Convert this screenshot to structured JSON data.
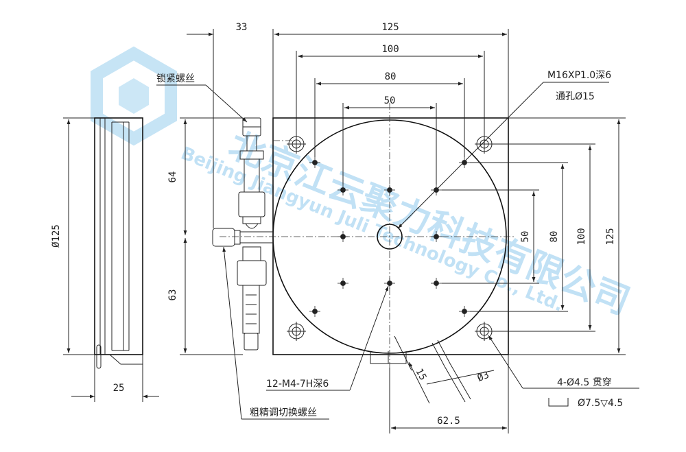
{
  "dimensions": {
    "d33": "33",
    "d125_top": "125",
    "d100_top": "100",
    "d80_top": "80",
    "d50_top": "50",
    "d64": "64",
    "d63": "63",
    "d50_right": "50",
    "d80_right": "80",
    "d100_right": "100",
    "d125_right": "125",
    "diameter125": "Ø125",
    "d25": "25",
    "d62_5": "62.5",
    "d15": "15",
    "diameter3": "Ø3"
  },
  "labels": {
    "locking_screw": "锁紧螺丝",
    "thread_line1": "M16XP1.0深6",
    "thread_line2": "通孔Ø15",
    "holes_12": "12-M4-7H深6",
    "coarse_fine_switch": "粗精调切换螺丝",
    "mount_holes_line1": "4-Ø4.5 贯穿",
    "mount_holes_line2": "Ø7.5▽4.5"
  },
  "watermark": {
    "cn": "北京江云聚力科技有限公司",
    "en": "Beijing Jiangyun Juli Technology Co., Ltd."
  },
  "colors": {
    "line": "#222222",
    "watermark": "#8ec9ec"
  }
}
